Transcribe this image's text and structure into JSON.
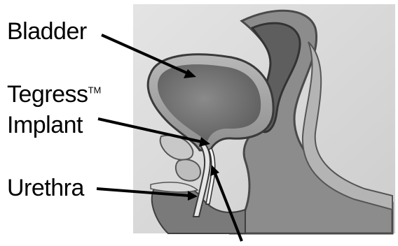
{
  "labels": {
    "bladder": "Bladder",
    "implant_line1": "Tegress",
    "implant_tm": "TM",
    "implant_line2": "Implant",
    "urethra": "Urethra"
  },
  "colors": {
    "panel_bg": "#d6d6d6",
    "tissue_dark": "#6e6e6e",
    "tissue_mid": "#9c9c9c",
    "tissue_light": "#cfcfcf",
    "outline": "#3a3a3a",
    "text": "#000000"
  },
  "icons": [
    "leader-arrow"
  ]
}
